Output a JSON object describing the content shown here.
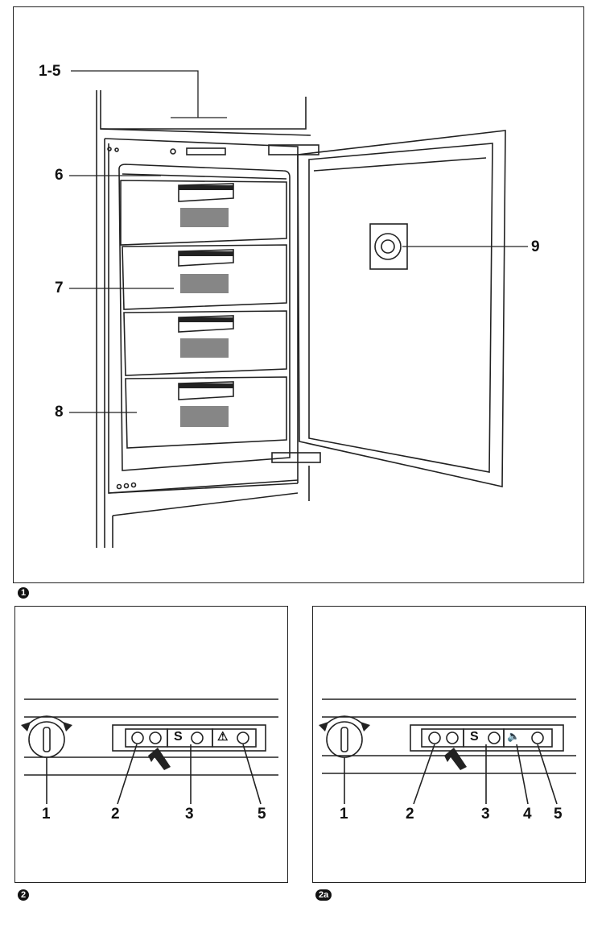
{
  "figure1": {
    "badge": "1",
    "callouts": {
      "c15": "1-5",
      "c6": "6",
      "c7": "7",
      "c8": "8",
      "c9": "9"
    }
  },
  "figure2": {
    "badge": "2",
    "panel_symbols": {
      "s_letter": "S",
      "warning": "⚠"
    },
    "callouts": {
      "c1": "1",
      "c2": "2",
      "c3": "3",
      "c5": "5"
    }
  },
  "figure2a": {
    "badge": "2a",
    "panel_symbols": {
      "s_letter": "S",
      "speaker": "🔈"
    },
    "callouts": {
      "c1": "1",
      "c2": "2",
      "c3": "3",
      "c4": "4",
      "c5": "5"
    }
  }
}
